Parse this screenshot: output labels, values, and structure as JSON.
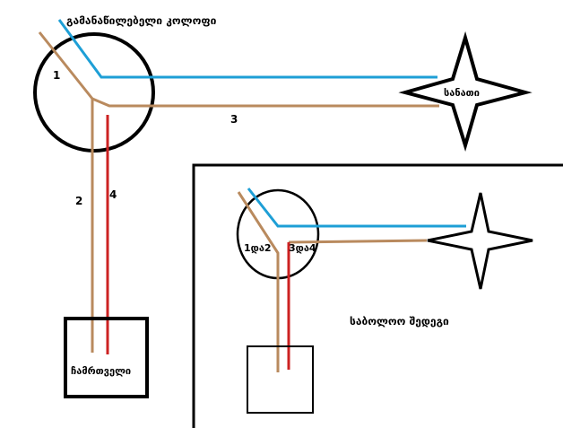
{
  "labels": {
    "junction_box": "გამანაწილებელი კოლოფი",
    "lamp": "სანათი",
    "switch": "ჩამრთველი",
    "final_result": "საბოლოო შედეგი",
    "wire_1": "1",
    "wire_2": "2",
    "wire_3": "3",
    "wire_4": "4",
    "joint_1_2": "1და2",
    "joint_3_4": "3და4"
  },
  "colors": {
    "background": "#ffffff",
    "outline": "#000000",
    "blue_wire": "#1e9fd6",
    "brown_wire": "#b98a5e",
    "red_wire": "#cc2222"
  }
}
